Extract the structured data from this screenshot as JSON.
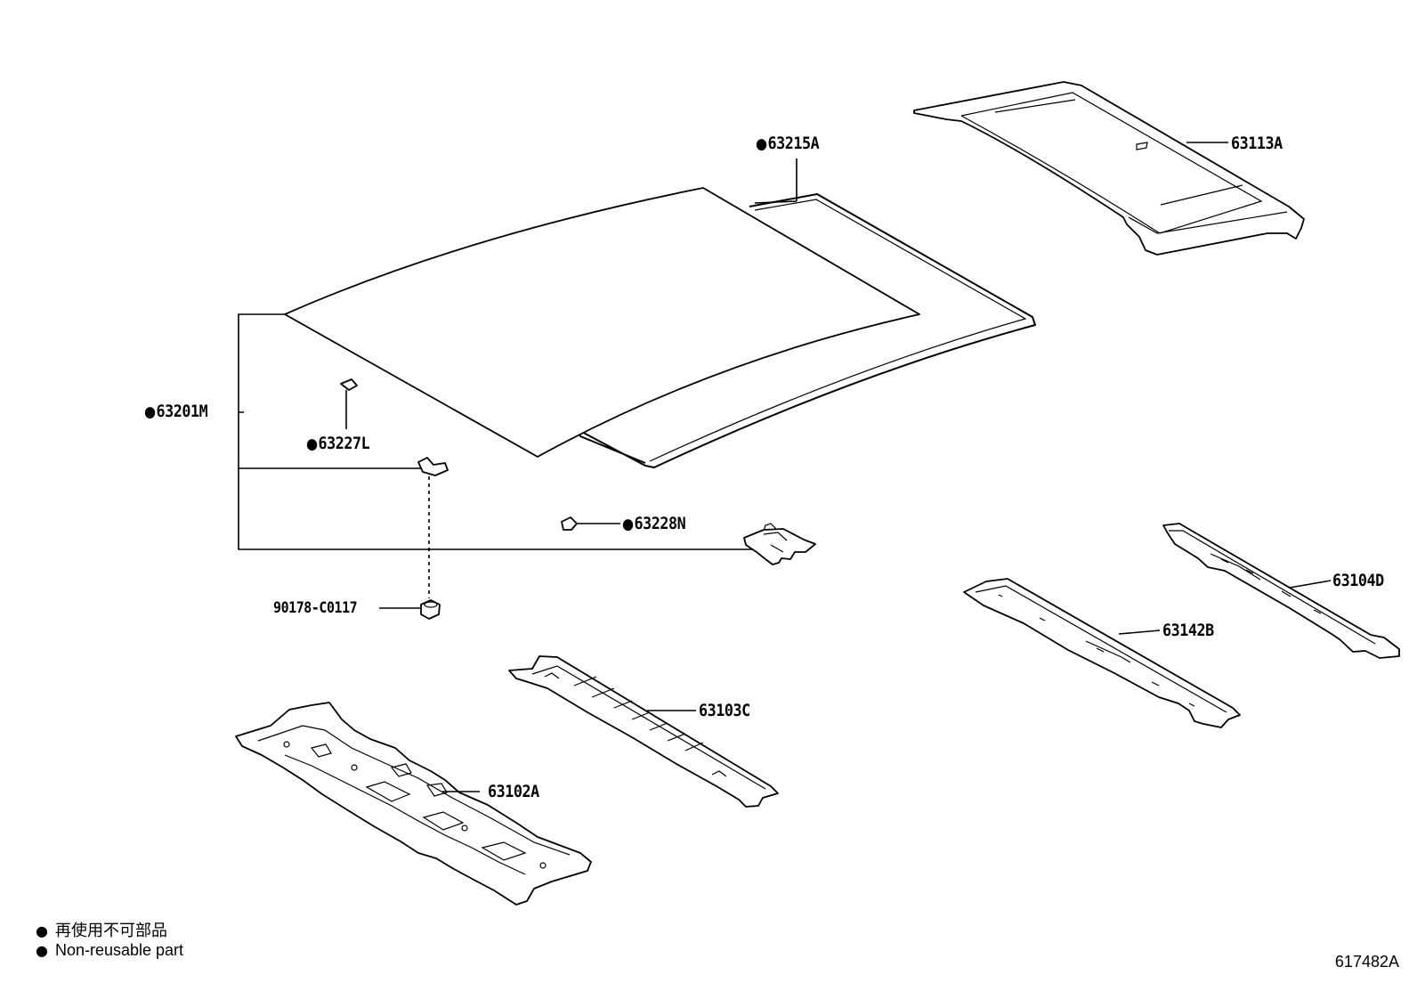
{
  "diagram_id": "617482A",
  "parts": [
    {
      "number": "63215A",
      "non_reusable": true
    },
    {
      "number": "63113A",
      "non_reusable": false
    },
    {
      "number": "63201M",
      "non_reusable": true
    },
    {
      "number": "63227L",
      "non_reusable": true
    },
    {
      "number": "63228N",
      "non_reusable": true
    },
    {
      "number": "90178-C0117",
      "non_reusable": false
    },
    {
      "number": "63104D",
      "non_reusable": false
    },
    {
      "number": "63142B",
      "non_reusable": false
    },
    {
      "number": "63103C",
      "non_reusable": false
    },
    {
      "number": "63102A",
      "non_reusable": false
    }
  ],
  "legend": {
    "line_ja": "再使用不可部品",
    "line_en": "Non-reusable part"
  }
}
